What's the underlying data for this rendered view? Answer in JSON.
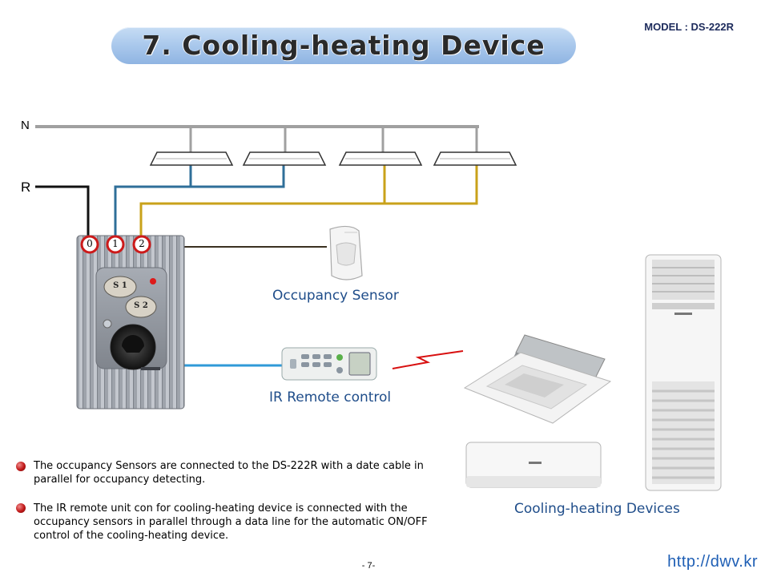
{
  "header": {
    "title": "7. Cooling-heating Device",
    "model": "MODEL : DS-222R"
  },
  "wiring": {
    "neutral_label": "N",
    "return_label": "R",
    "terminals": [
      "0",
      "1",
      "2"
    ],
    "switch_buttons": [
      "S 1",
      "S 2"
    ],
    "colors": {
      "neutral": "#a0a0a0",
      "return": "#111111",
      "line1": "#2f6f99",
      "line2": "#c9a21a",
      "sensor_cable": "#3a3020",
      "ir_cable": "#2f9ad8",
      "ir_signal": "#d81010"
    }
  },
  "captions": {
    "occupancy_sensor": "Occupancy Sensor",
    "ir_remote": "IR Remote control",
    "devices": "Cooling-heating Devices"
  },
  "notes": [
    "The occupancy Sensors are connected to the DS-222R  with a date cable in parallel for occupancy detecting.",
    "The IR remote unit con for cooling-heating device is connected  with the occupancy sensors in parallel through a data line for the automatic ON/OFF control of the cooling-heating device."
  ],
  "footer": {
    "page": "- 7-",
    "url": "http://dwv.kr"
  }
}
